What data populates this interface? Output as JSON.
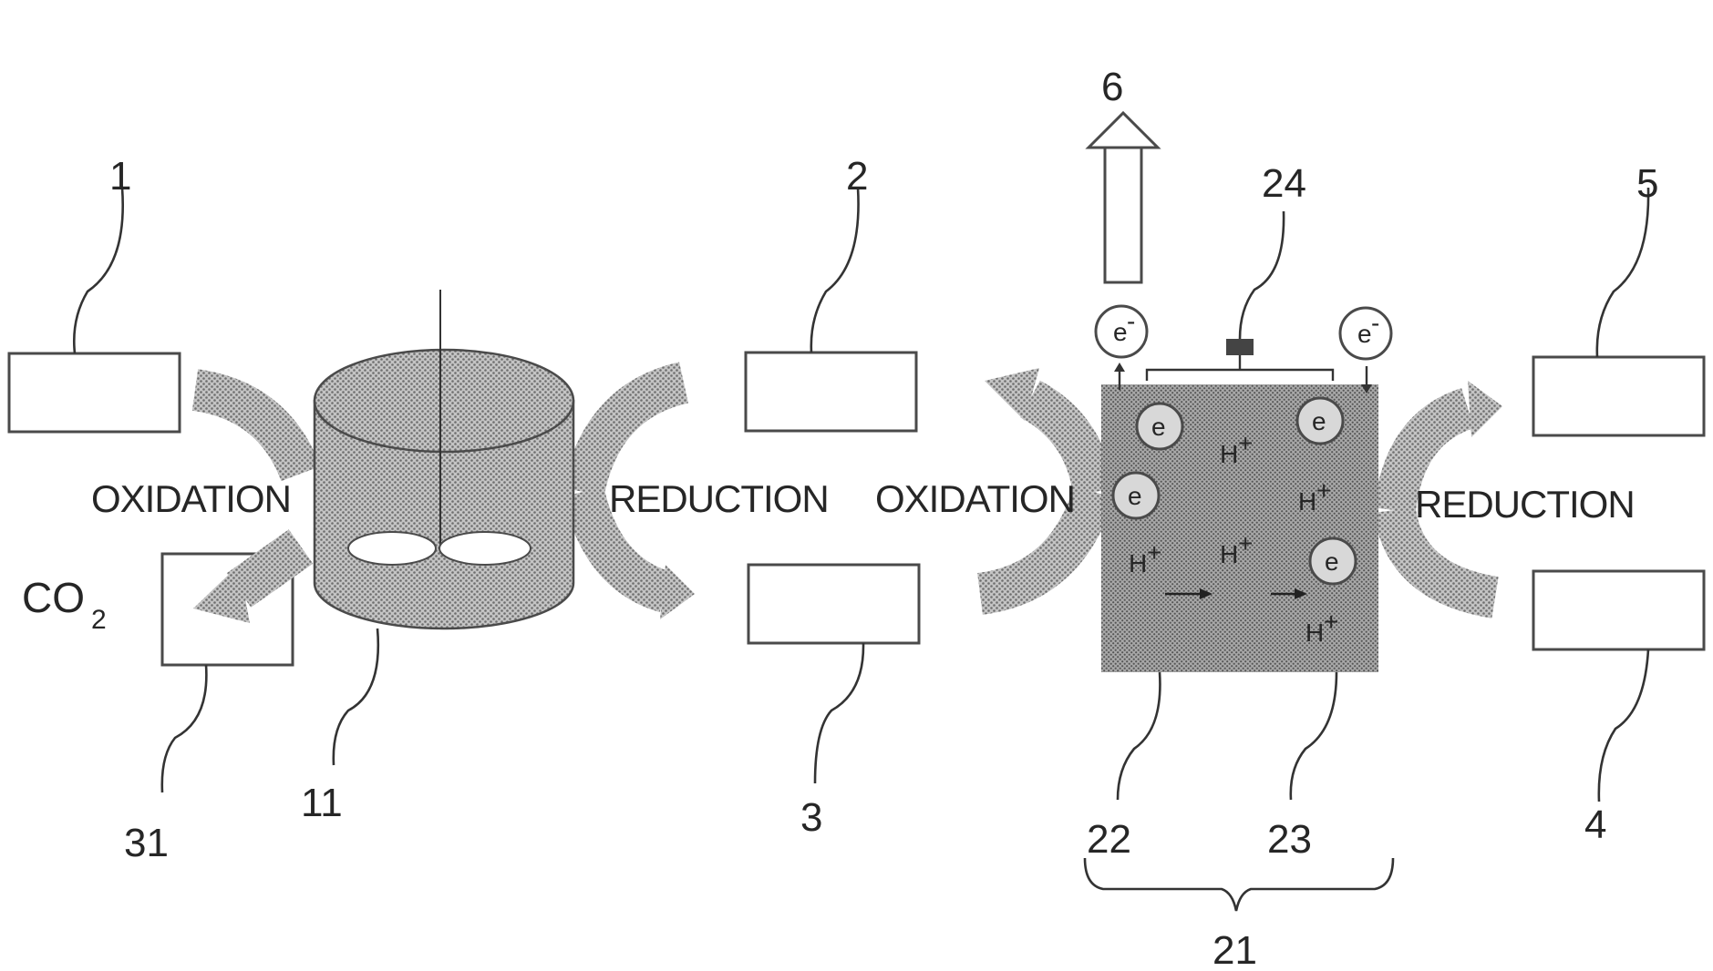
{
  "labels": {
    "n1": "1",
    "n2": "2",
    "n3": "3",
    "n4": "4",
    "n5": "5",
    "n6": "6",
    "n11": "11",
    "n21": "21",
    "n22": "22",
    "n23": "23",
    "n24": "24",
    "n31": "31"
  },
  "steps": {
    "oxidation_1": "OXIDATION",
    "reduction_1": "REDUCTION",
    "oxidation_2": "OXIDATION",
    "reduction_2": "REDUCTION"
  },
  "gas": {
    "base": "CO",
    "subscript": "2"
  },
  "cell": {
    "electron": "e",
    "electron_charge": "-",
    "proton": "H",
    "proton_charge": "+"
  },
  "colors": {
    "fill_dots": "#8c8c8c",
    "fill_base": "#bdbdbd",
    "outline": "#4a4a4a"
  }
}
